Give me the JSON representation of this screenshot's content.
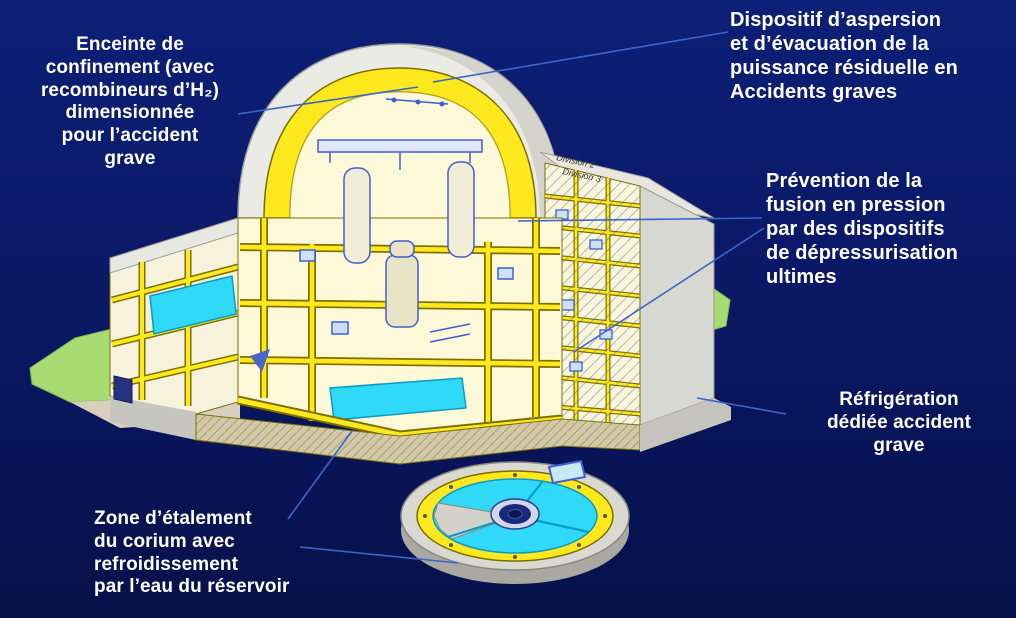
{
  "background": {
    "top": "#0d2077",
    "bottom": "#071149"
  },
  "labels": {
    "containment": {
      "text": "Enceinte de\nconfinement  (avec\nrecombineurs d’H₂)\ndimensionnée\npour l’accident\ngrave"
    },
    "spray": {
      "text": "Dispositif d’aspersion\net d’évacuation de la\npuissance résiduelle en\nAccidents graves"
    },
    "depressurization": {
      "text": "Prévention de la\nfusion en pression\npar des dispositifs\nde dépressurisation\nultimes"
    },
    "cooling": {
      "text": "Réfrigération\ndédiée accident\ngrave"
    },
    "corium": {
      "text": "Zone d’étalement\ndu corium avec\nrefroidissement\npar l’eau du réservoir"
    }
  },
  "illustration": {
    "division_labels": [
      "Division 2",
      "Division 3"
    ],
    "colors": {
      "wall_yellow": "#ffe81e",
      "wall_outline": "#7a7000",
      "interior_cream": "#fdf8d8",
      "water_cyan": "#2fd9f7",
      "grass_green": "#a6dc72",
      "concrete_gray": "#d9d9d1",
      "equipment_blue": "#3f5fd0",
      "connector_blue": "#3a66cc",
      "text_white": "#ffffff"
    }
  }
}
